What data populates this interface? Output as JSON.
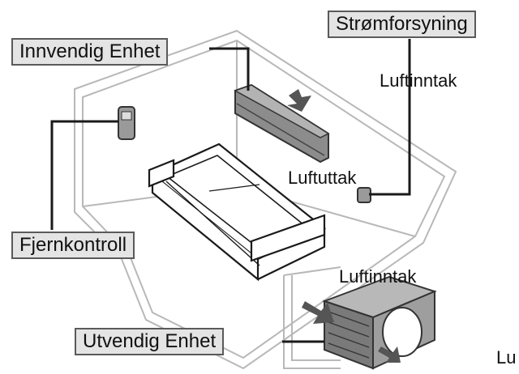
{
  "labels": {
    "indoor_unit": "Innvendig Enhet",
    "power_supply": "Strømforsyning",
    "air_inlet_top": "Luftinntak",
    "air_outlet": "Luftuttak",
    "remote_control": "Fjernkontroll",
    "air_inlet_outdoor": "Luftinntak",
    "outdoor_unit": "Utvendig Enhet",
    "truncated_edge": "Lu"
  },
  "colors": {
    "room_outline": "#b8b8b8",
    "leader_line": "#1a1a1a",
    "label_fill": "#e4e4e4",
    "label_border": "#5a5a5a",
    "unit_body": "#8c8c8c",
    "airflow_arrow": "#555555"
  }
}
